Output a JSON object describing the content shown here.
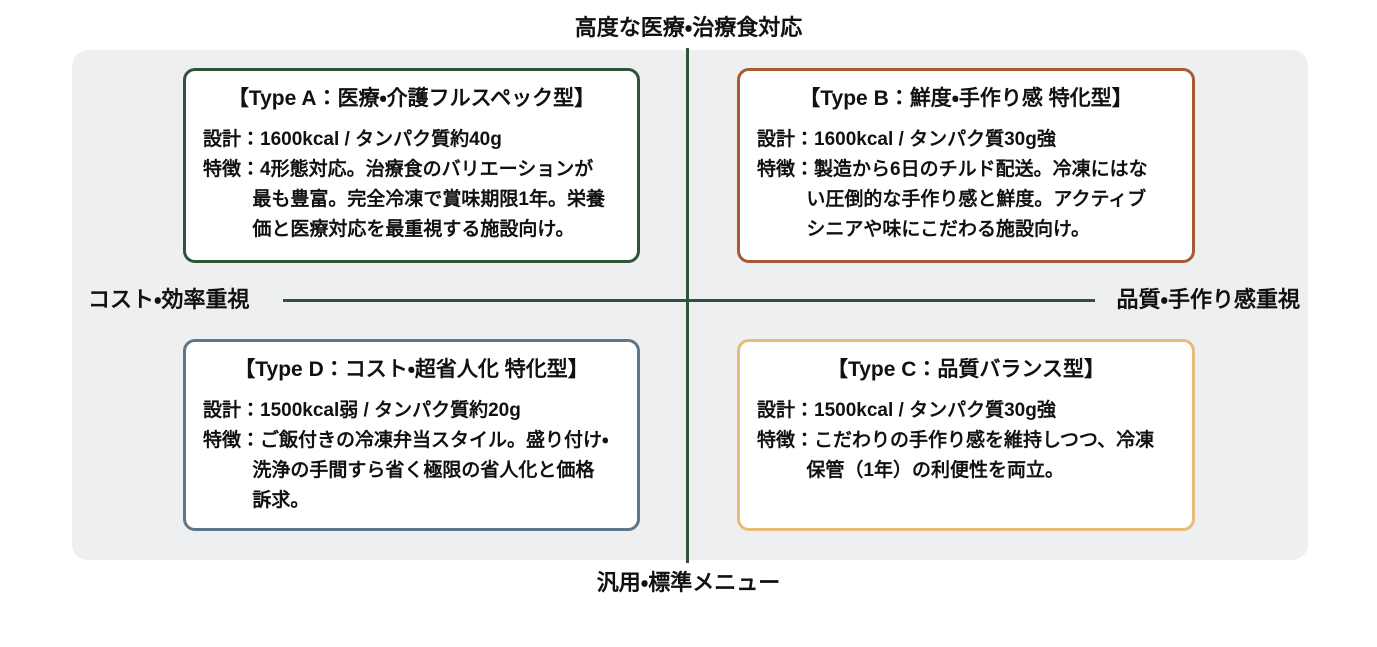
{
  "diagram": {
    "axis_labels": {
      "top": "高度な医療・治療食対応",
      "bottom": "汎用・標準メニュー",
      "left": "コスト・効率重視",
      "right": "品質・手作り感重視"
    },
    "colors": {
      "axis_line": "#2E5539",
      "panel_bg": "#EDEFF1",
      "type_a_border": "#2E5539",
      "type_b_border": "#A85B33",
      "type_c_border": "#E5BC7A",
      "type_d_border": "#5E7687"
    },
    "quadrants": [
      {
        "id": "type-a",
        "position": "top-left",
        "title": "【Type A：医療・介護フルスペック型】",
        "design": "設計：1600kcal / タンパク質約40g",
        "features": "特徴：4形態対応。治療食のバリエーションが\n最も豊富。完全冷凍で賞味期限1年。栄養\n価と医療対応を最重視する施設向け。"
      },
      {
        "id": "type-b",
        "position": "top-right",
        "title": "【Type B：鮮度・手作り感 特化型】",
        "design": "設計：1600kcal / タンパク質30g強",
        "features": "特徴：製造から6日のチルド配送。冷凍にはな\nい圧倒的な手作り感と鮮度。アクティブ\nシニアや味にこだわる施設向け。"
      },
      {
        "id": "type-c",
        "position": "bottom-right",
        "title": "【Type C：品質バランス型】",
        "design": "設計：1500kcal / タンパク質30g強",
        "features": "特徴：こだわりの手作り感を維持しつつ、冷凍\n保管（1年）の利便性を両立。"
      },
      {
        "id": "type-d",
        "position": "bottom-left",
        "title": "【Type D：コスト・超省人化 特化型】",
        "design": "設計：1500kcal弱 / タンパク質約20g",
        "features": "特徴：ご飯付きの冷凍弁当スタイル。盛り付け・\n洗浄の手間すら省く極限の省人化と価格\n訴求。"
      }
    ]
  }
}
